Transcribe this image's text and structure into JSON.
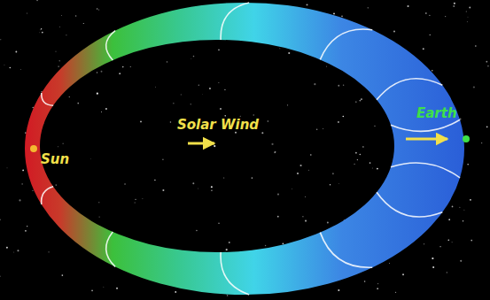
{
  "diagram": {
    "labels": [
      "Sun",
      "Solar Wind",
      "Earth"
    ]
  }
}
